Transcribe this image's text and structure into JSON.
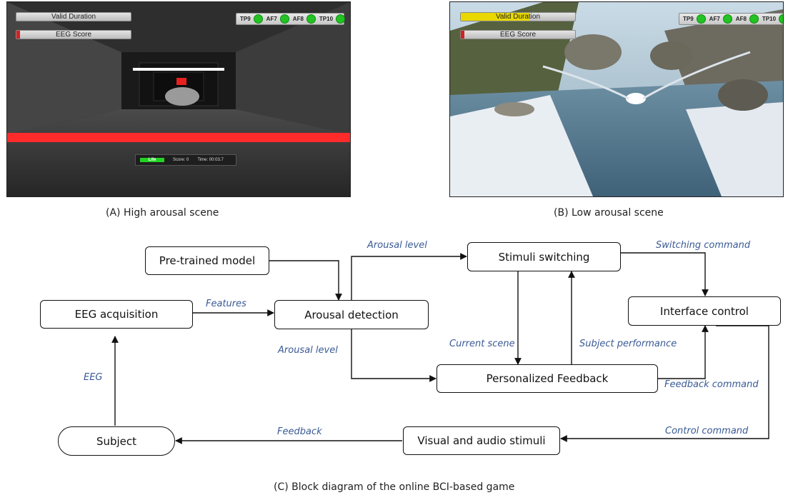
{
  "panel_a": {
    "valid_duration_label": "Valid Duration",
    "valid_duration_progress": 0.0,
    "eeg_score_label": "EEG Score",
    "eeg_score_progress": 0.03,
    "sensors": [
      "TP9",
      "AF7",
      "AF8",
      "TP10"
    ],
    "hud": {
      "life_label": "Life",
      "score_text": "Score: 0",
      "time_text": "Time: 00:03.7"
    },
    "caption": "(A) High arousal scene"
  },
  "panel_b": {
    "valid_duration_label": "Valid Duration",
    "valid_duration_progress": 0.6,
    "eeg_score_label": "EEG Score",
    "eeg_score_progress": 0.03,
    "sensors": [
      "TP9",
      "AF7",
      "AF8",
      "TP10"
    ],
    "caption": "(B) Low arousal scene"
  },
  "diagram": {
    "nodes": {
      "pretrained": "Pre-trained model",
      "eeg_acq": "EEG acquisition",
      "arousal_det": "Arousal detection",
      "stimuli_switch": "Stimuli switching",
      "interface_ctrl": "Interface control",
      "feedback": "Personalized Feedback",
      "subject": "Subject",
      "visual_audio": "Visual and audio stimuli"
    },
    "edge_labels": {
      "features": "Features",
      "arousal_level_top": "Arousal level",
      "arousal_level_bottom": "Arousal level",
      "switching_command": "Switching command",
      "current_scene": "Current scene",
      "subject_performance": "Subject performance",
      "feedback_command": "Feedback command",
      "control_command": "Control command",
      "feedback": "Feedback",
      "eeg": "EEG"
    },
    "caption": "(C) Block diagram of the online BCI-based game"
  },
  "colors": {
    "sensor_on": "#22c322",
    "eeg_bar": "#d42020",
    "valid_bar": "#e8d800",
    "edge_label": "#3a5a96",
    "floor_stripe": "#ff2b2b",
    "life_bar": "#22d422"
  }
}
